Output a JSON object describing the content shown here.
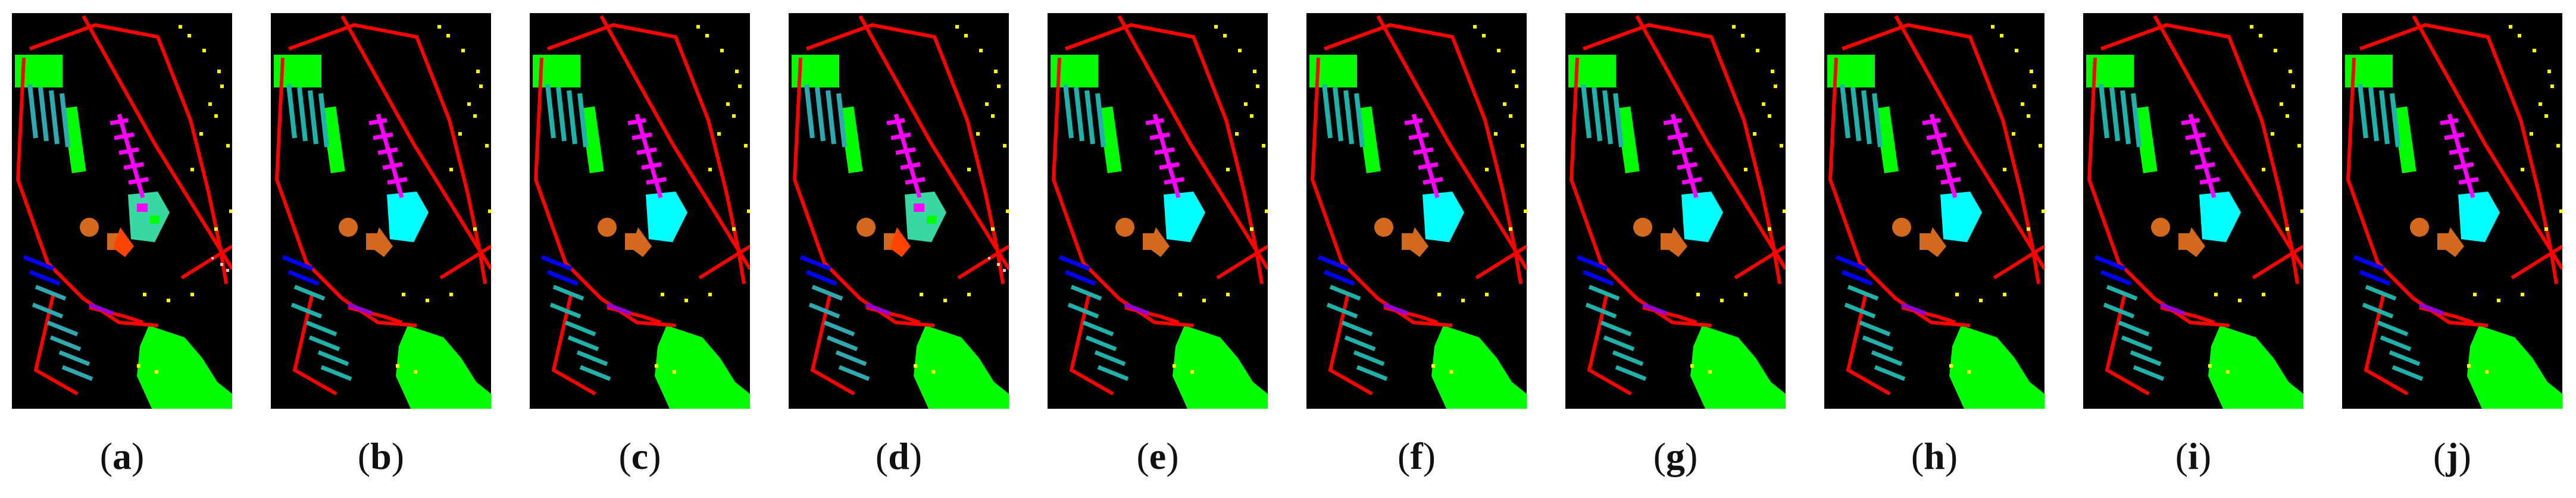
{
  "panels": [
    {
      "label": "a",
      "variant": "noisy"
    },
    {
      "label": "b",
      "variant": "clean"
    },
    {
      "label": "c",
      "variant": "clean"
    },
    {
      "label": "d",
      "variant": "noisy"
    },
    {
      "label": "e",
      "variant": "clean"
    },
    {
      "label": "f",
      "variant": "clean"
    },
    {
      "label": "g",
      "variant": "clean"
    },
    {
      "label": "h",
      "variant": "clean"
    },
    {
      "label": "i",
      "variant": "clean"
    },
    {
      "label": "j",
      "variant": "clean"
    }
  ],
  "class_colors": {
    "background": "#000000",
    "meadows": "#00ff00",
    "roads": "#ff0000",
    "metal_sheets": "#ff00ff",
    "bare_soil": "#00ffff",
    "gravel": "#d2691e",
    "asphalt": "#0000ff",
    "trees": "#20b2aa",
    "shadows": "#ffff00",
    "self_blocking_bricks": "#9400d3"
  }
}
